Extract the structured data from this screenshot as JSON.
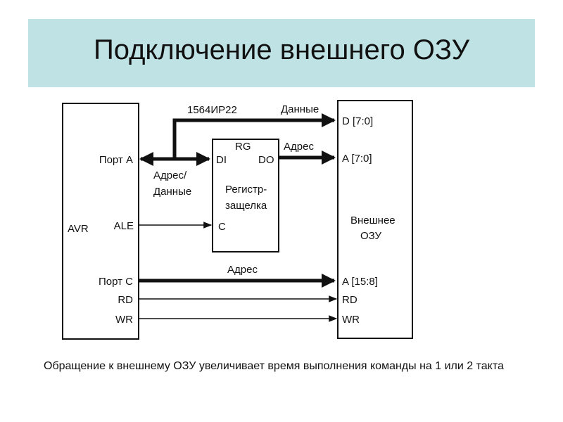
{
  "title": "Подключение внешнего ОЗУ",
  "diagram": {
    "chip_label": "1564ИР22",
    "avr": {
      "name": "AVR",
      "port_a": "Порт А",
      "ale": "ALE",
      "port_c": "Порт С",
      "rd": "RD",
      "wr": "WR"
    },
    "register": {
      "rg": "RG",
      "di": "DI",
      "do": "DO",
      "name_line1": "Регистр-",
      "name_line2": "защелка",
      "c": "C"
    },
    "ram": {
      "name_line1": "Внешнее",
      "name_line2": "ОЗУ",
      "d70": "D [7:0]",
      "a70": "A [7:0]",
      "a158": "A [15:8]",
      "rd": "RD",
      "wr": "WR"
    },
    "signals": {
      "data": "Данные",
      "addr_top": "Адрес",
      "addr_data_line1": "Адрес/",
      "addr_data_line2": "Данные",
      "addr_bottom": "Адрес"
    }
  },
  "note": "Обращение к внешнему ОЗУ увеличивает время выполнения команды на 1 или 2 такта"
}
